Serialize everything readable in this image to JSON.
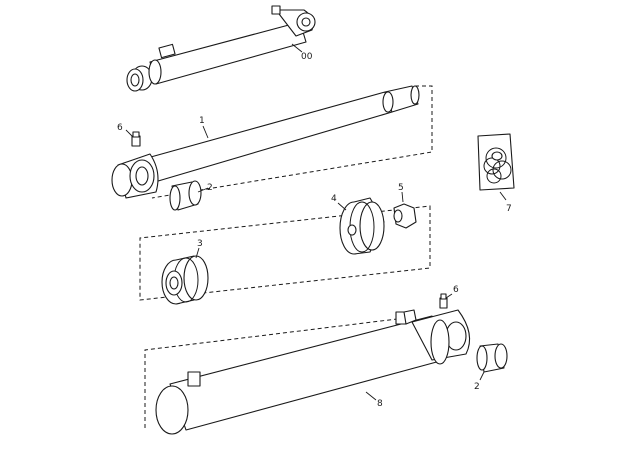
{
  "callouts": {
    "assembly": "00",
    "tube": "1",
    "bushing_top": "2",
    "piston_head": "3",
    "piston": "4",
    "nut": "5",
    "grease_fitting_top": "6",
    "seal_kit": "7",
    "barrel": "8",
    "grease_fitting_bottom": "6",
    "bushing_bottom": "2"
  }
}
